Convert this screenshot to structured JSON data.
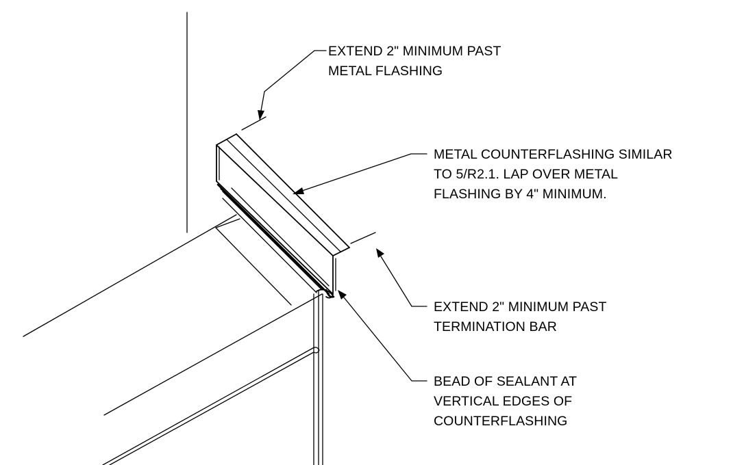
{
  "notes": {
    "extend_past_metal_flashing": {
      "line1": "EXTEND 2\" MINIMUM PAST",
      "line2": "METAL FLASHING"
    },
    "metal_counterflashing": {
      "line1": "METAL COUNTERFLASHING SIMILAR",
      "line2": "TO 5/R2.1. LAP OVER METAL",
      "line3": "FLASHING BY 4\" MINIMUM."
    },
    "extend_past_termination_bar": {
      "line1": "EXTEND 2\" MINIMUM PAST",
      "line2": "TERMINATION BAR"
    },
    "bead_of_sealant": {
      "line1": "BEAD OF SEALANT AT",
      "line2": "VERTICAL EDGES OF",
      "line3": "COUNTERFLASHING"
    }
  },
  "colors": {
    "line": "#000000",
    "background": "#ffffff"
  }
}
